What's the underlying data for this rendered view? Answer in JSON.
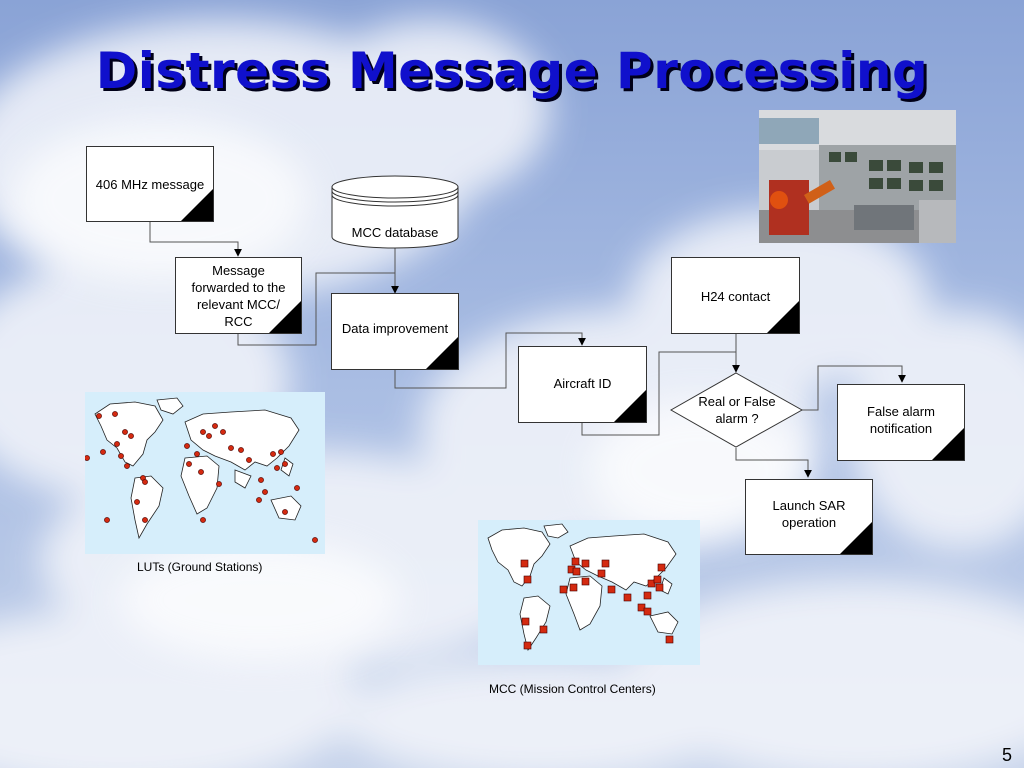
{
  "slide": {
    "title": "Distress Message Processing",
    "page_number": "5"
  },
  "nodes": {
    "msg406": "406 MHz message",
    "forwarded": "Message forwarded to the relevant MCC/ RCC",
    "mcc_db": "MCC database",
    "data_improvement": "Data improvement",
    "aircraft_id": "Aircraft ID",
    "h24": "H24 contact",
    "decision": "Real or False alarm ?",
    "false_alarm": "False alarm notification",
    "launch_sar": "Launch SAR operation"
  },
  "captions": {
    "luts": "LUTs (Ground Stations)",
    "mcc": "MCC (Mission Control Centers)"
  },
  "colors": {
    "title": "#1010cc",
    "marker": "#d42a10",
    "map_water": "#d6eefb"
  },
  "icons": [
    "control-room-photo",
    "world-map"
  ]
}
